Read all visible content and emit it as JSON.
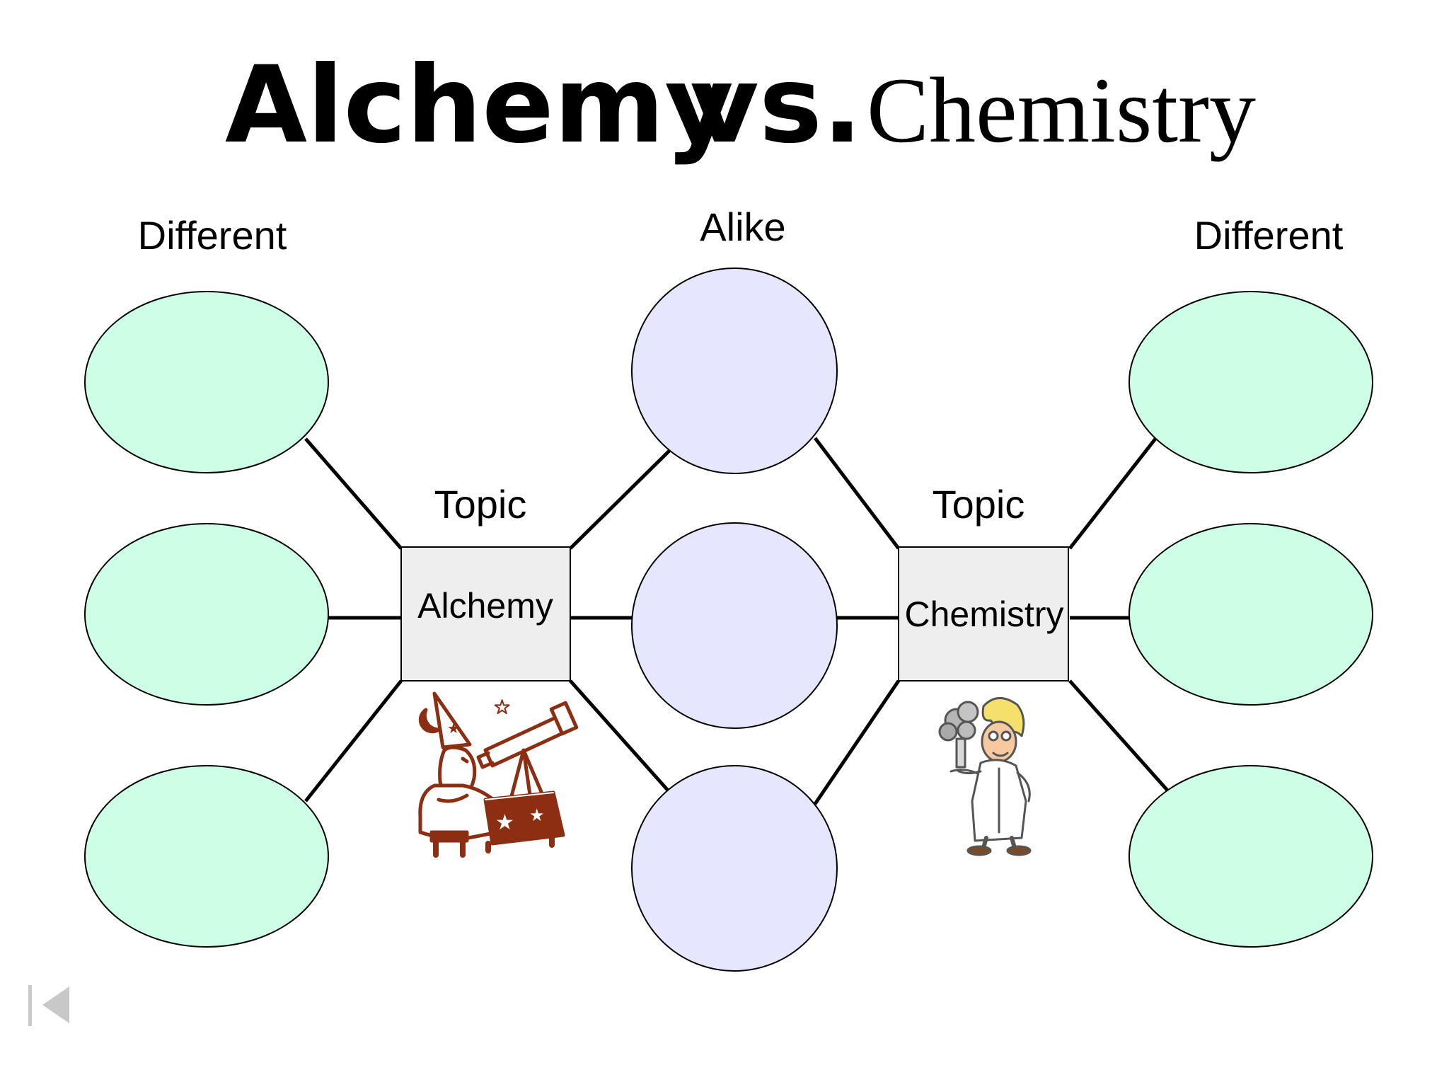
{
  "title": {
    "left": "Alchemy",
    "middle": "vs.",
    "right": "Chemistry"
  },
  "headers": {
    "left_different": "Different",
    "alike": "Alike",
    "right_different": "Different"
  },
  "topics": {
    "left": {
      "label": "Topic",
      "name": "Alchemy"
    },
    "right": {
      "label": "Topic",
      "name": "Chemistry"
    }
  },
  "colors": {
    "different_fill": "#ccffe6",
    "alike_fill": "#e6e6ff",
    "topic_fill": "#eeeeee",
    "stroke": "#000000",
    "wizard": "#8b2e12",
    "nav_icon": "#c8c8c8"
  },
  "icons": {
    "left_picture": "wizard-with-telescope-icon",
    "right_picture": "scientist-with-test-tube-icon",
    "nav": "go-to-first-slide-icon"
  }
}
